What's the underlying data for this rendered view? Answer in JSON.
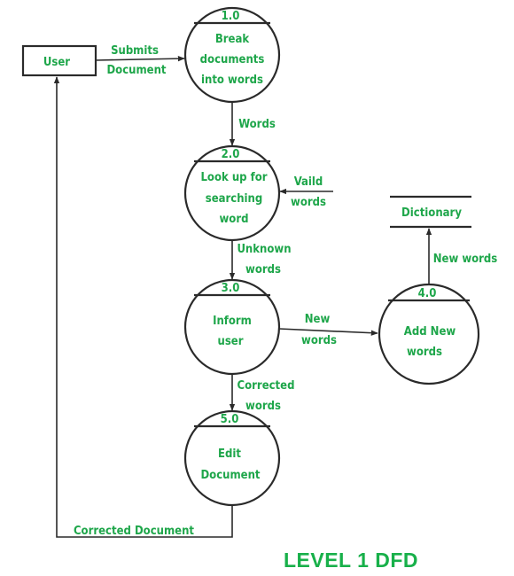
{
  "title": "LEVEL 1 DFD",
  "entity": {
    "label": "User"
  },
  "processes": [
    {
      "id": "1.0",
      "lines": [
        "Break",
        "documents",
        "into words"
      ]
    },
    {
      "id": "2.0",
      "lines": [
        "Look up for",
        "searching",
        "word"
      ]
    },
    {
      "id": "3.0",
      "lines": [
        "Inform",
        "user"
      ]
    },
    {
      "id": "4.0",
      "lines": [
        "Add New",
        "words"
      ]
    },
    {
      "id": "5.0",
      "lines": [
        "Edit",
        "Document"
      ]
    }
  ],
  "datastore": {
    "label": "Dictionary"
  },
  "flows": {
    "submits": [
      "Submits",
      "Document"
    ],
    "words": [
      "Words"
    ],
    "valid": [
      "Vaild",
      "words"
    ],
    "unknown": [
      "Unknown",
      "words"
    ],
    "new_words_to_add": [
      "New",
      "words"
    ],
    "new_words_to_dict": [
      "New words"
    ],
    "corrected": [
      "Corrected",
      "words"
    ],
    "corrected_document": [
      "Corrected Document"
    ]
  }
}
